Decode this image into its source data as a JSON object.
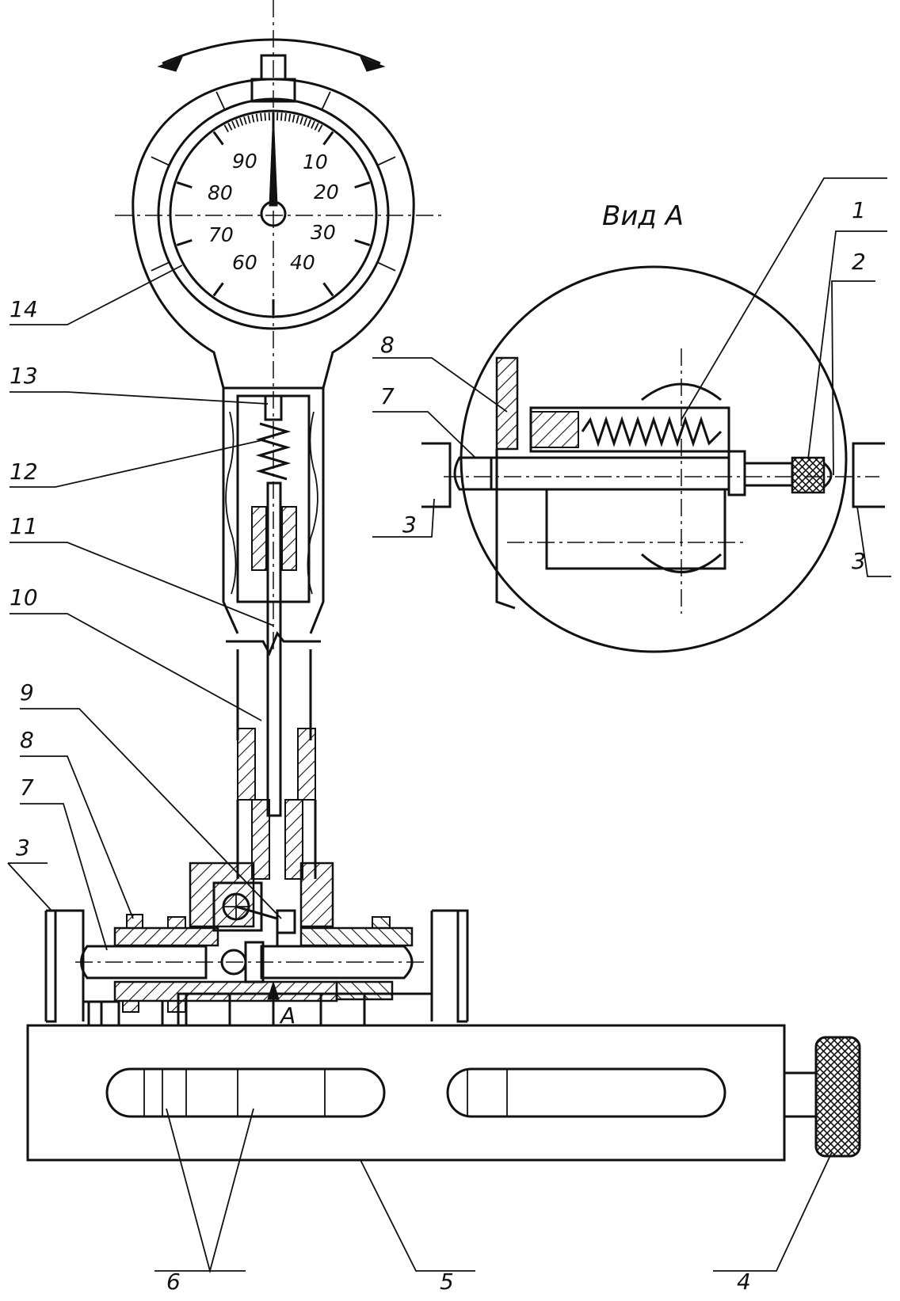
{
  "diagram": {
    "view_label": "Вид А",
    "section_arrow_label": "А",
    "dial": {
      "scale_labels": [
        "10",
        "20",
        "30",
        "40",
        "60",
        "70",
        "80",
        "90"
      ]
    },
    "callouts_main": [
      "14",
      "13",
      "12",
      "11",
      "10",
      "9",
      "8",
      "7",
      "3",
      "6",
      "5",
      "4"
    ],
    "callouts_view": [
      "1",
      "2",
      "8",
      "7",
      "3",
      "3"
    ]
  }
}
